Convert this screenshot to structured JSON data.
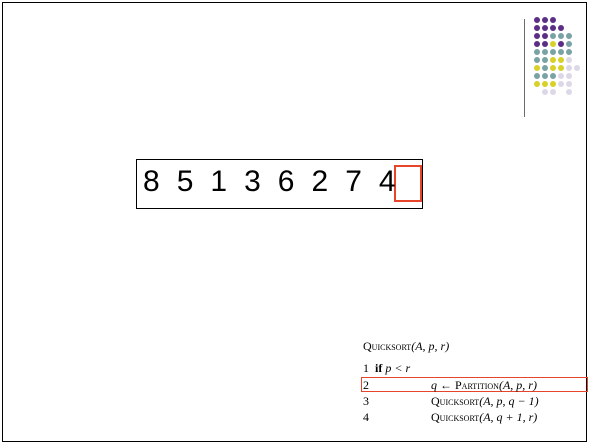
{
  "array": [
    "8",
    "5",
    "1",
    "3",
    "6",
    "2",
    "7",
    "4"
  ],
  "pivot_index": 7,
  "code": {
    "header": {
      "name": "Quicksort",
      "args": "(A, p, r)"
    },
    "lines": [
      {
        "num": "1",
        "kw": "if",
        "text": "p < r"
      },
      {
        "num": "2",
        "lhs": "q ←",
        "call": "Partition",
        "args": "(A, p, r)"
      },
      {
        "num": "3",
        "call": "Quicksort",
        "args": "(A, p, q − 1)"
      },
      {
        "num": "4",
        "call": "Quicksort",
        "args": "(A, q + 1, r)"
      }
    ],
    "highlighted_line": "2"
  },
  "colors": {
    "purple": "#5b2f86",
    "teal": "#7aa3a5",
    "yellow": "#d7d12a",
    "lavender": "#dcd8e8",
    "red": "#e6452b"
  }
}
